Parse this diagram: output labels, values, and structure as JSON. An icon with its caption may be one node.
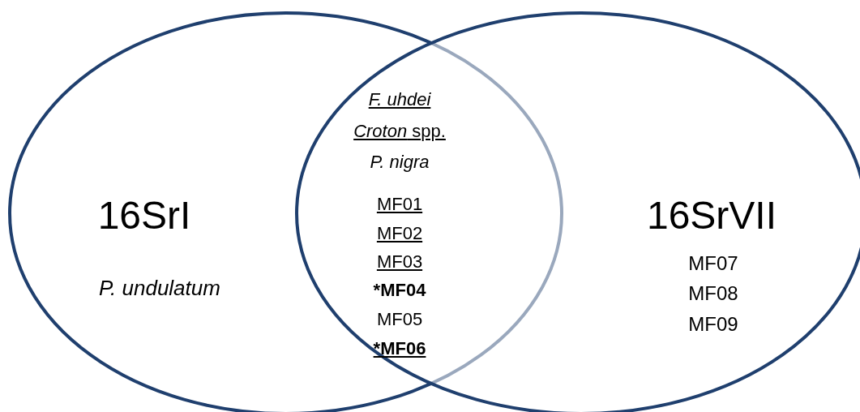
{
  "diagram": {
    "nodes": [
      {
        "text": [
          "16SrI",
          "P. undulatum"
        ]
      },
      {
        "text": [
          "16SrVII",
          "MF07",
          "MF08",
          "MF09"
        ]
      }
    ],
    "labels": [
      "F. uhdei",
      "*Croton* spp.",
      "P. nigra",
      "MF01",
      "MF02",
      "MF03",
      "*MF04",
      "MF05",
      "*MF06"
    ]
  }
}
